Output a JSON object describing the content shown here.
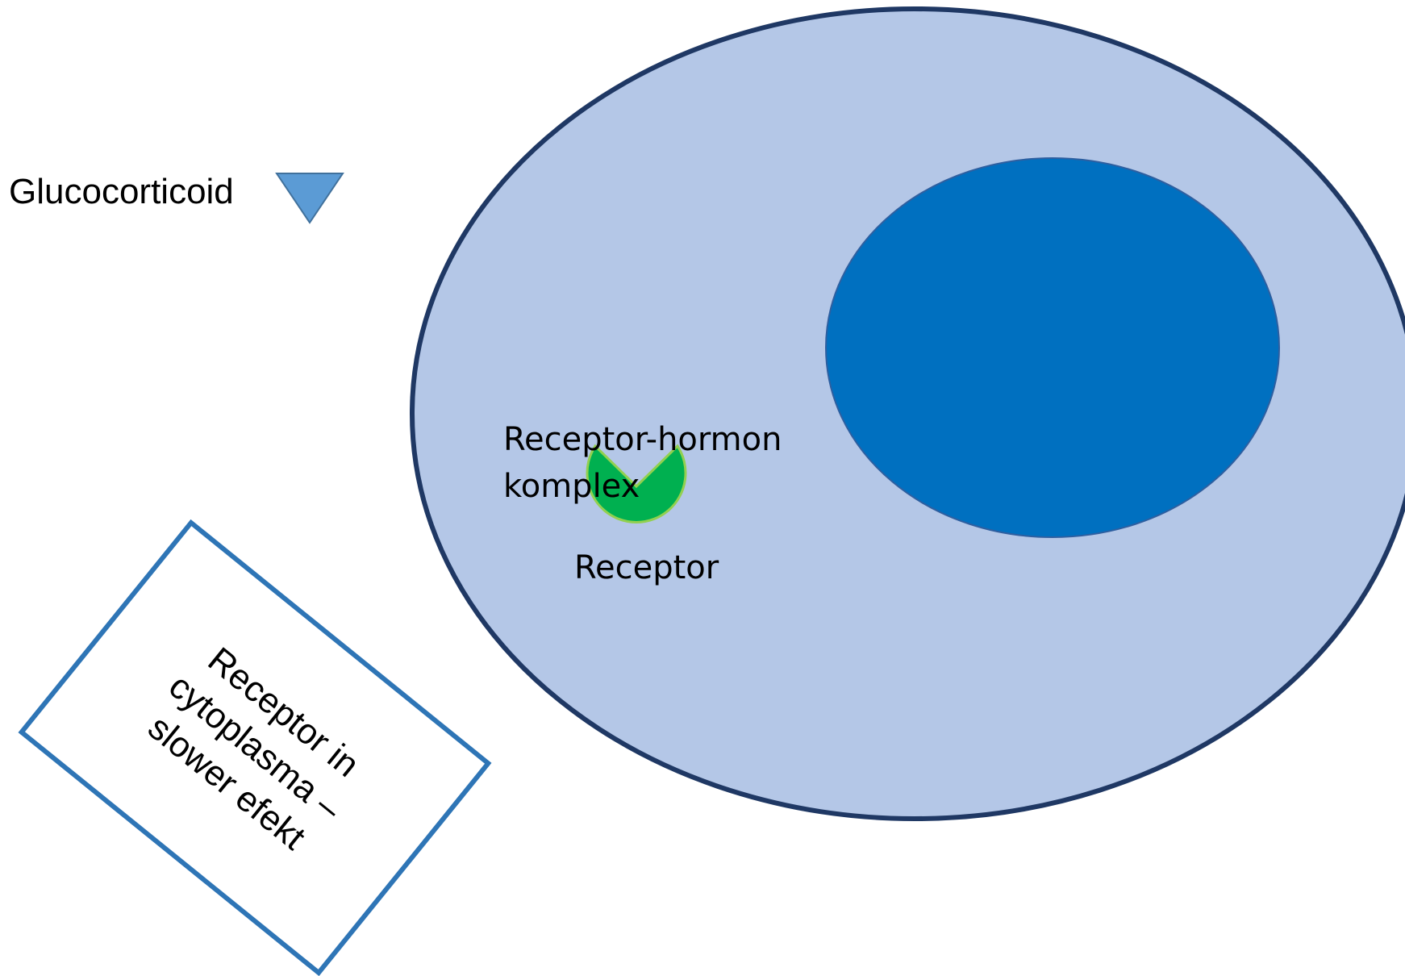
{
  "labels": {
    "glucocorticoid": "Glucocorticoid",
    "complex_line1": "Receptor-hormon",
    "complex_line2": "komplex",
    "receptor": "Receptor"
  },
  "note": {
    "line1": "Receptor in",
    "line2": "cytoplasma –",
    "line3": "slower efekt"
  },
  "colors": {
    "cell_fill": "#b4c7e7",
    "cell_border": "#1f3864",
    "nucleus_fill": "#0070c0",
    "receptor_fill": "#00b050",
    "glucocorticoid_fill": "#5b9bd5",
    "note_border": "#2e75b6"
  }
}
